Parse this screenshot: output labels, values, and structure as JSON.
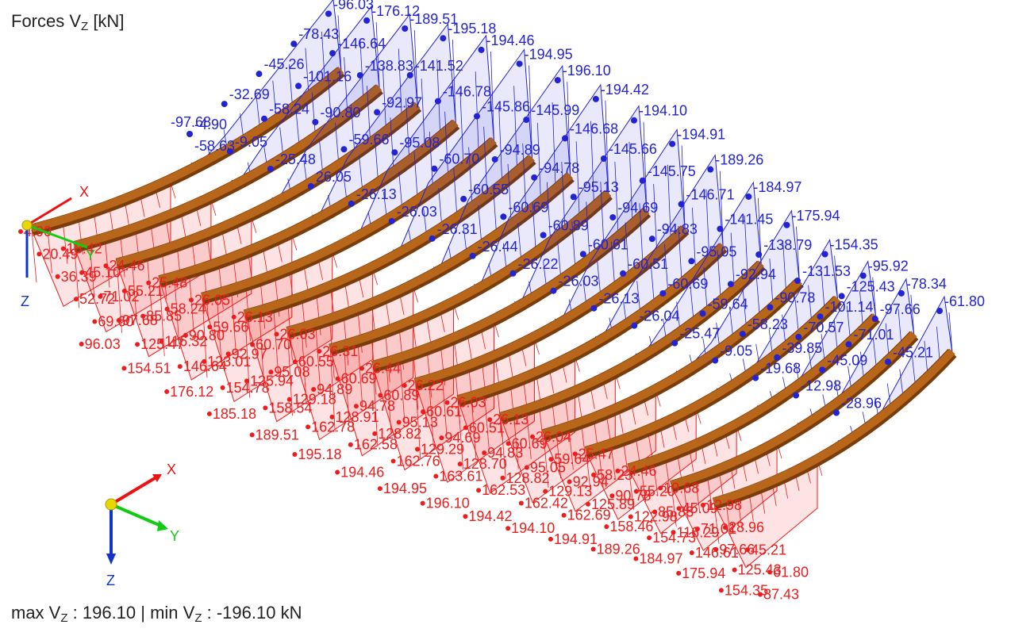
{
  "title": {
    "prefix": "Forces V",
    "sub": "Z",
    "suffix": " [kN]"
  },
  "footer": {
    "p1": "max V",
    "s1": "Z",
    "p2": " : 196.10 | min V",
    "s2": "Z",
    "p3": " : -196.10 kN"
  },
  "axes": {
    "x": "X",
    "y": "Y",
    "z": "Z"
  },
  "colors": {
    "positive": "#ee1c1c",
    "negative": "#2323d6",
    "beam": "#b8661a",
    "beam_edge": "#7a3d0a"
  },
  "beams": [
    {
      "neg": [
        "-96.03",
        "-78.43",
        "-45.26",
        "-32.69",
        "-4.90"
      ],
      "mid_neg": [
        "-97.68",
        "-58.63"
      ],
      "pos": [
        "4.90",
        "20.49",
        "36.39",
        "52.72",
        "69.60",
        "96.03"
      ]
    },
    {
      "neg": [
        "-176.12",
        "-146.64",
        "-101.16",
        "-58.24",
        "-9.05"
      ],
      "mid_neg": [],
      "pos": [
        "18.42",
        "45.10",
        "71.02",
        "97.68",
        "125.47",
        "154.51"
      ]
    },
    {
      "neg": [
        "-189.51",
        "-138.83",
        "-90.80",
        "-25.48"
      ],
      "mid_neg": [],
      "pos": [
        "24.46",
        "55.21",
        "85.85",
        "116.32",
        "146.64",
        "176.12"
      ]
    },
    {
      "neg": [
        "-195.18",
        "-141.52",
        "-92.97",
        "-59.66",
        "26.05"
      ],
      "mid_neg": [],
      "pos": [
        "25.48",
        "58.24",
        "90.80",
        "123.01",
        "154.78",
        "185.18"
      ]
    },
    {
      "neg": [
        "-194.46",
        "-146.78",
        "-95.08",
        "-26.13"
      ],
      "mid_neg": [],
      "pos": [
        "26.05",
        "59.66",
        "92.97",
        "125.94",
        "158.54",
        "189.51"
      ]
    },
    {
      "neg": [
        "-194.95",
        "-145.86",
        "-60.70",
        "-26.03"
      ],
      "mid_neg": [],
      "pos": [
        "26.13",
        "60.70",
        "95.08",
        "129.18",
        "162.78",
        "195.18"
      ]
    },
    {
      "neg": [
        "-196.10",
        "-145.99",
        "-94.89",
        "-60.55",
        "-26.31"
      ],
      "mid_neg": [],
      "pos": [
        "26.03",
        "60.55",
        "94.89",
        "128.91",
        "162.58",
        "194.46"
      ]
    },
    {
      "neg": [
        "-194.42",
        "-146.68",
        "-94.78",
        "-60.69",
        "-26.44"
      ],
      "mid_neg": [],
      "pos": [
        "26.31",
        "60.69",
        "94.78",
        "128.82",
        "162.76",
        "194.95"
      ]
    },
    {
      "neg": [
        "-194.10",
        "-145.66",
        "-95.13",
        "-60.89",
        "-26.22"
      ],
      "mid_neg": [],
      "pos": [
        "26.44",
        "60.89",
        "95.13",
        "129.29",
        "163.61",
        "196.10"
      ]
    },
    {
      "neg": [
        "-194.91",
        "-145.75",
        "-94.69",
        "-60.61",
        "-26.03"
      ],
      "mid_neg": [],
      "pos": [
        "26.22",
        "60.61",
        "94.69",
        "128.70",
        "162.53",
        "194.42"
      ]
    },
    {
      "neg": [
        "-189.26",
        "-146.71",
        "-94.83",
        "-60.51",
        "-26.13"
      ],
      "mid_neg": [],
      "pos": [
        "26.03",
        "60.51",
        "94.83",
        "128.82",
        "162.42",
        "194.10"
      ]
    },
    {
      "neg": [
        "-184.97",
        "-141.45",
        "-95.05",
        "-60.69",
        "-26.04"
      ],
      "mid_neg": [],
      "pos": [
        "26.13",
        "60.69",
        "95.05",
        "129.13",
        "162.69",
        "194.91"
      ]
    },
    {
      "neg": [
        "-175.94",
        "-138.79",
        "-92.94",
        "-59.64",
        "-25.47"
      ],
      "mid_neg": [],
      "pos": [
        "26.04",
        "59.64",
        "92.94",
        "125.89",
        "158.46",
        "189.26"
      ]
    },
    {
      "neg": [
        "-154.35",
        "-131.53",
        "-90.78",
        "-58.23",
        "-9.05"
      ],
      "mid_neg": [],
      "pos": [
        "25.47",
        "58.23",
        "90.78",
        "122.98",
        "154.73",
        "184.97"
      ]
    },
    {
      "neg": [
        "-95.92",
        "-125.43",
        "-101.14",
        "-70.57",
        "-39.85",
        "-19.68"
      ],
      "mid_neg": [],
      "pos": [
        "24.46",
        "55.20",
        "85.83",
        "116.29",
        "146.61",
        "175.94"
      ]
    },
    {
      "neg": [
        "-78.34",
        "-97.66",
        "-71.01",
        "-45.09",
        "-12.98"
      ],
      "mid_neg": [],
      "pos": [
        "19.68",
        "45.09",
        "71.01",
        "97.66",
        "125.43",
        "154.35"
      ]
    },
    {
      "neg": [
        "-61.80",
        "-45.21",
        "-28.96"
      ],
      "mid_neg": [],
      "pos": [
        "12.98",
        "28.96",
        "45.21",
        "61.80",
        "87.43"
      ]
    }
  ]
}
